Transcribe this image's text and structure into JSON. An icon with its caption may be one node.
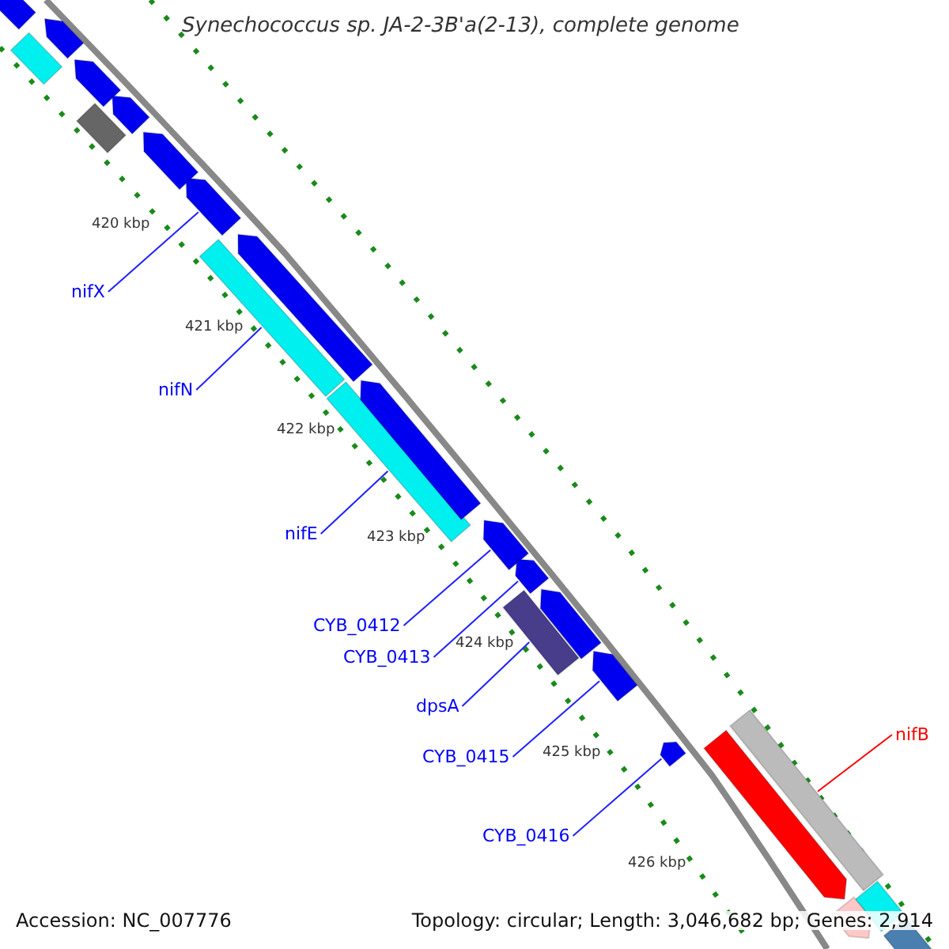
{
  "diagram": {
    "title": "Synechococcus sp. JA-2-3B'a(2-13), complete genome",
    "nodes": [
      {
        "text": [
          "nifX"
        ]
      },
      {
        "text": [],
        "shape": "bar"
      },
      {
        "text": [
          "nifN"
        ]
      },
      {
        "text": [],
        "shape": "bar"
      },
      {
        "text": [
          "nifE"
        ]
      },
      {
        "text": [],
        "shape": "bar"
      },
      {
        "text": [
          "CYB_0412"
        ]
      },
      {
        "text": [],
        "shape": "bar"
      },
      {
        "text": [
          "CYB_0413"
        ]
      },
      {
        "text": [],
        "shape": "bar"
      },
      {
        "text": [
          "dpsA"
        ]
      },
      {
        "text": [],
        "shape": "bar"
      },
      {
        "text": [
          "CYB_0415"
        ]
      },
      {
        "text": [],
        "shape": "bar"
      },
      {
        "text": [
          "CYB_0416"
        ]
      },
      {
        "text": [],
        "shape": "bar"
      },
      {
        "text": [
          "nifB"
        ]
      },
      {
        "text": [],
        "shape": "bar"
      },
      {
        "text": [],
        "shape": "bar"
      },
      {
        "text": [],
        "shape": "bar"
      },
      {
        "text": [],
        "shape": "bar"
      },
      {
        "text": [],
        "shape": "bar"
      },
      {
        "text": [],
        "shape": "bar"
      },
      {
        "text": [],
        "shape": "bar"
      },
      {
        "text": [],
        "shape": "bar"
      },
      {
        "text": [],
        "shape": "bar"
      },
      {
        "text": [],
        "shape": "bar"
      },
      {
        "text": [],
        "shape": "bar"
      },
      {
        "text": [],
        "shape": "bar"
      },
      {
        "text": [],
        "shape": "bar"
      },
      {
        "text": [],
        "shape": "bar"
      },
      {
        "text": [],
        "shape": "bar"
      }
    ],
    "edges": [
      {
        "from": 0,
        "to": 1,
        "arrow": "none"
      },
      {
        "from": 2,
        "to": 3,
        "arrow": "none"
      },
      {
        "from": 4,
        "to": 5,
        "arrow": "none"
      },
      {
        "from": 6,
        "to": 7,
        "arrow": "none"
      },
      {
        "from": 8,
        "to": 9,
        "arrow": "none"
      },
      {
        "from": 10,
        "to": 11,
        "arrow": "none"
      },
      {
        "from": 12,
        "to": 13,
        "arrow": "none"
      },
      {
        "from": 14,
        "to": 15,
        "arrow": "none"
      },
      {
        "from": 16,
        "to": 17,
        "arrow": "none",
        "color": "#ff0000"
      }
    ],
    "labels": [
      "420 kbp",
      "421 kbp",
      "422 kbp",
      "423 kbp",
      "424 kbp",
      "425 kbp",
      "426 kbp",
      "Accession: NC_007776",
      "Topology: circular; Length: 3,046,682 bp; Genes: 2,914"
    ]
  }
}
